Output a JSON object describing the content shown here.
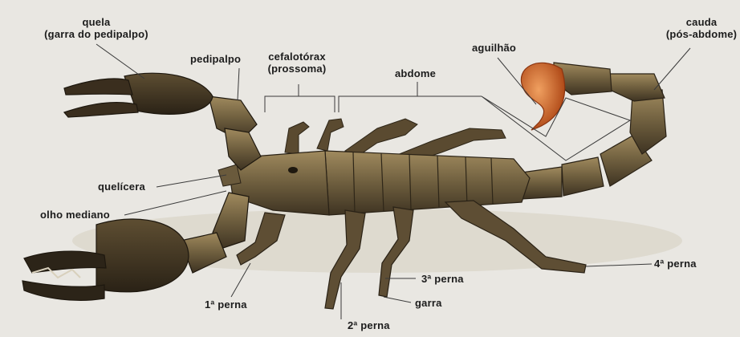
{
  "labels": {
    "quela": "quela",
    "quela_sub": "(garra do pedipalpo)",
    "pedipalpo": "pedipalpo",
    "cefalotorax": "cefalotórax",
    "prossoma": "(prossoma)",
    "abdome": "abdome",
    "aguilhao": "aguilhão",
    "cauda": "cauda",
    "cauda_sub": "(pós-abdome)",
    "quelicera": "quelícera",
    "olho_mediano": "olho mediano",
    "perna1": "1ª perna",
    "perna2": "2ª perna",
    "perna3": "3ª perna",
    "garra": "garra",
    "perna4": "4ª perna"
  },
  "colors": {
    "background": "#e9e7e2",
    "body_dark": "#3e3322",
    "body_mid": "#6e5e3e",
    "body_light": "#a08a5e",
    "stinger": "#c8662a",
    "leader_line": "#3a3a3a"
  }
}
